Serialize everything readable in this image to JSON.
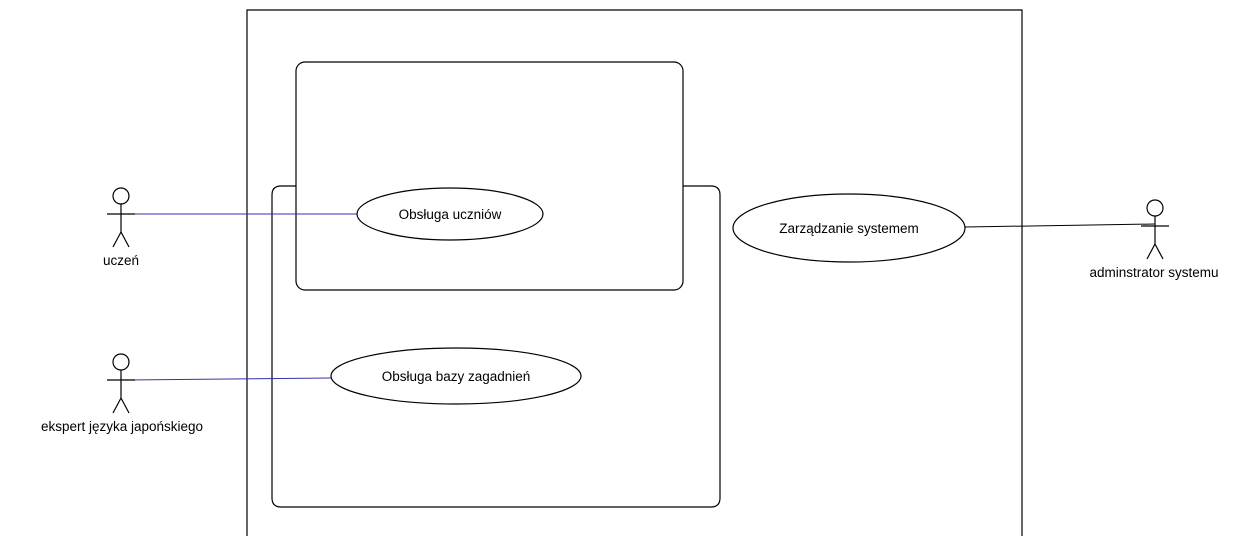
{
  "actors": {
    "student": {
      "name": "uczeń"
    },
    "expert": {
      "name": "ekspert języka japońskiego"
    },
    "admin": {
      "name": "adminstrator systemu"
    }
  },
  "use_cases": {
    "students": "Obsługa uczniów",
    "topics_db": "Obsługa bazy zagadnień",
    "system_mgmt": "Zarządzanie systemem"
  },
  "colors": {
    "association_blue": "#3333aa",
    "association_black": "#000000",
    "stroke": "#000000"
  }
}
